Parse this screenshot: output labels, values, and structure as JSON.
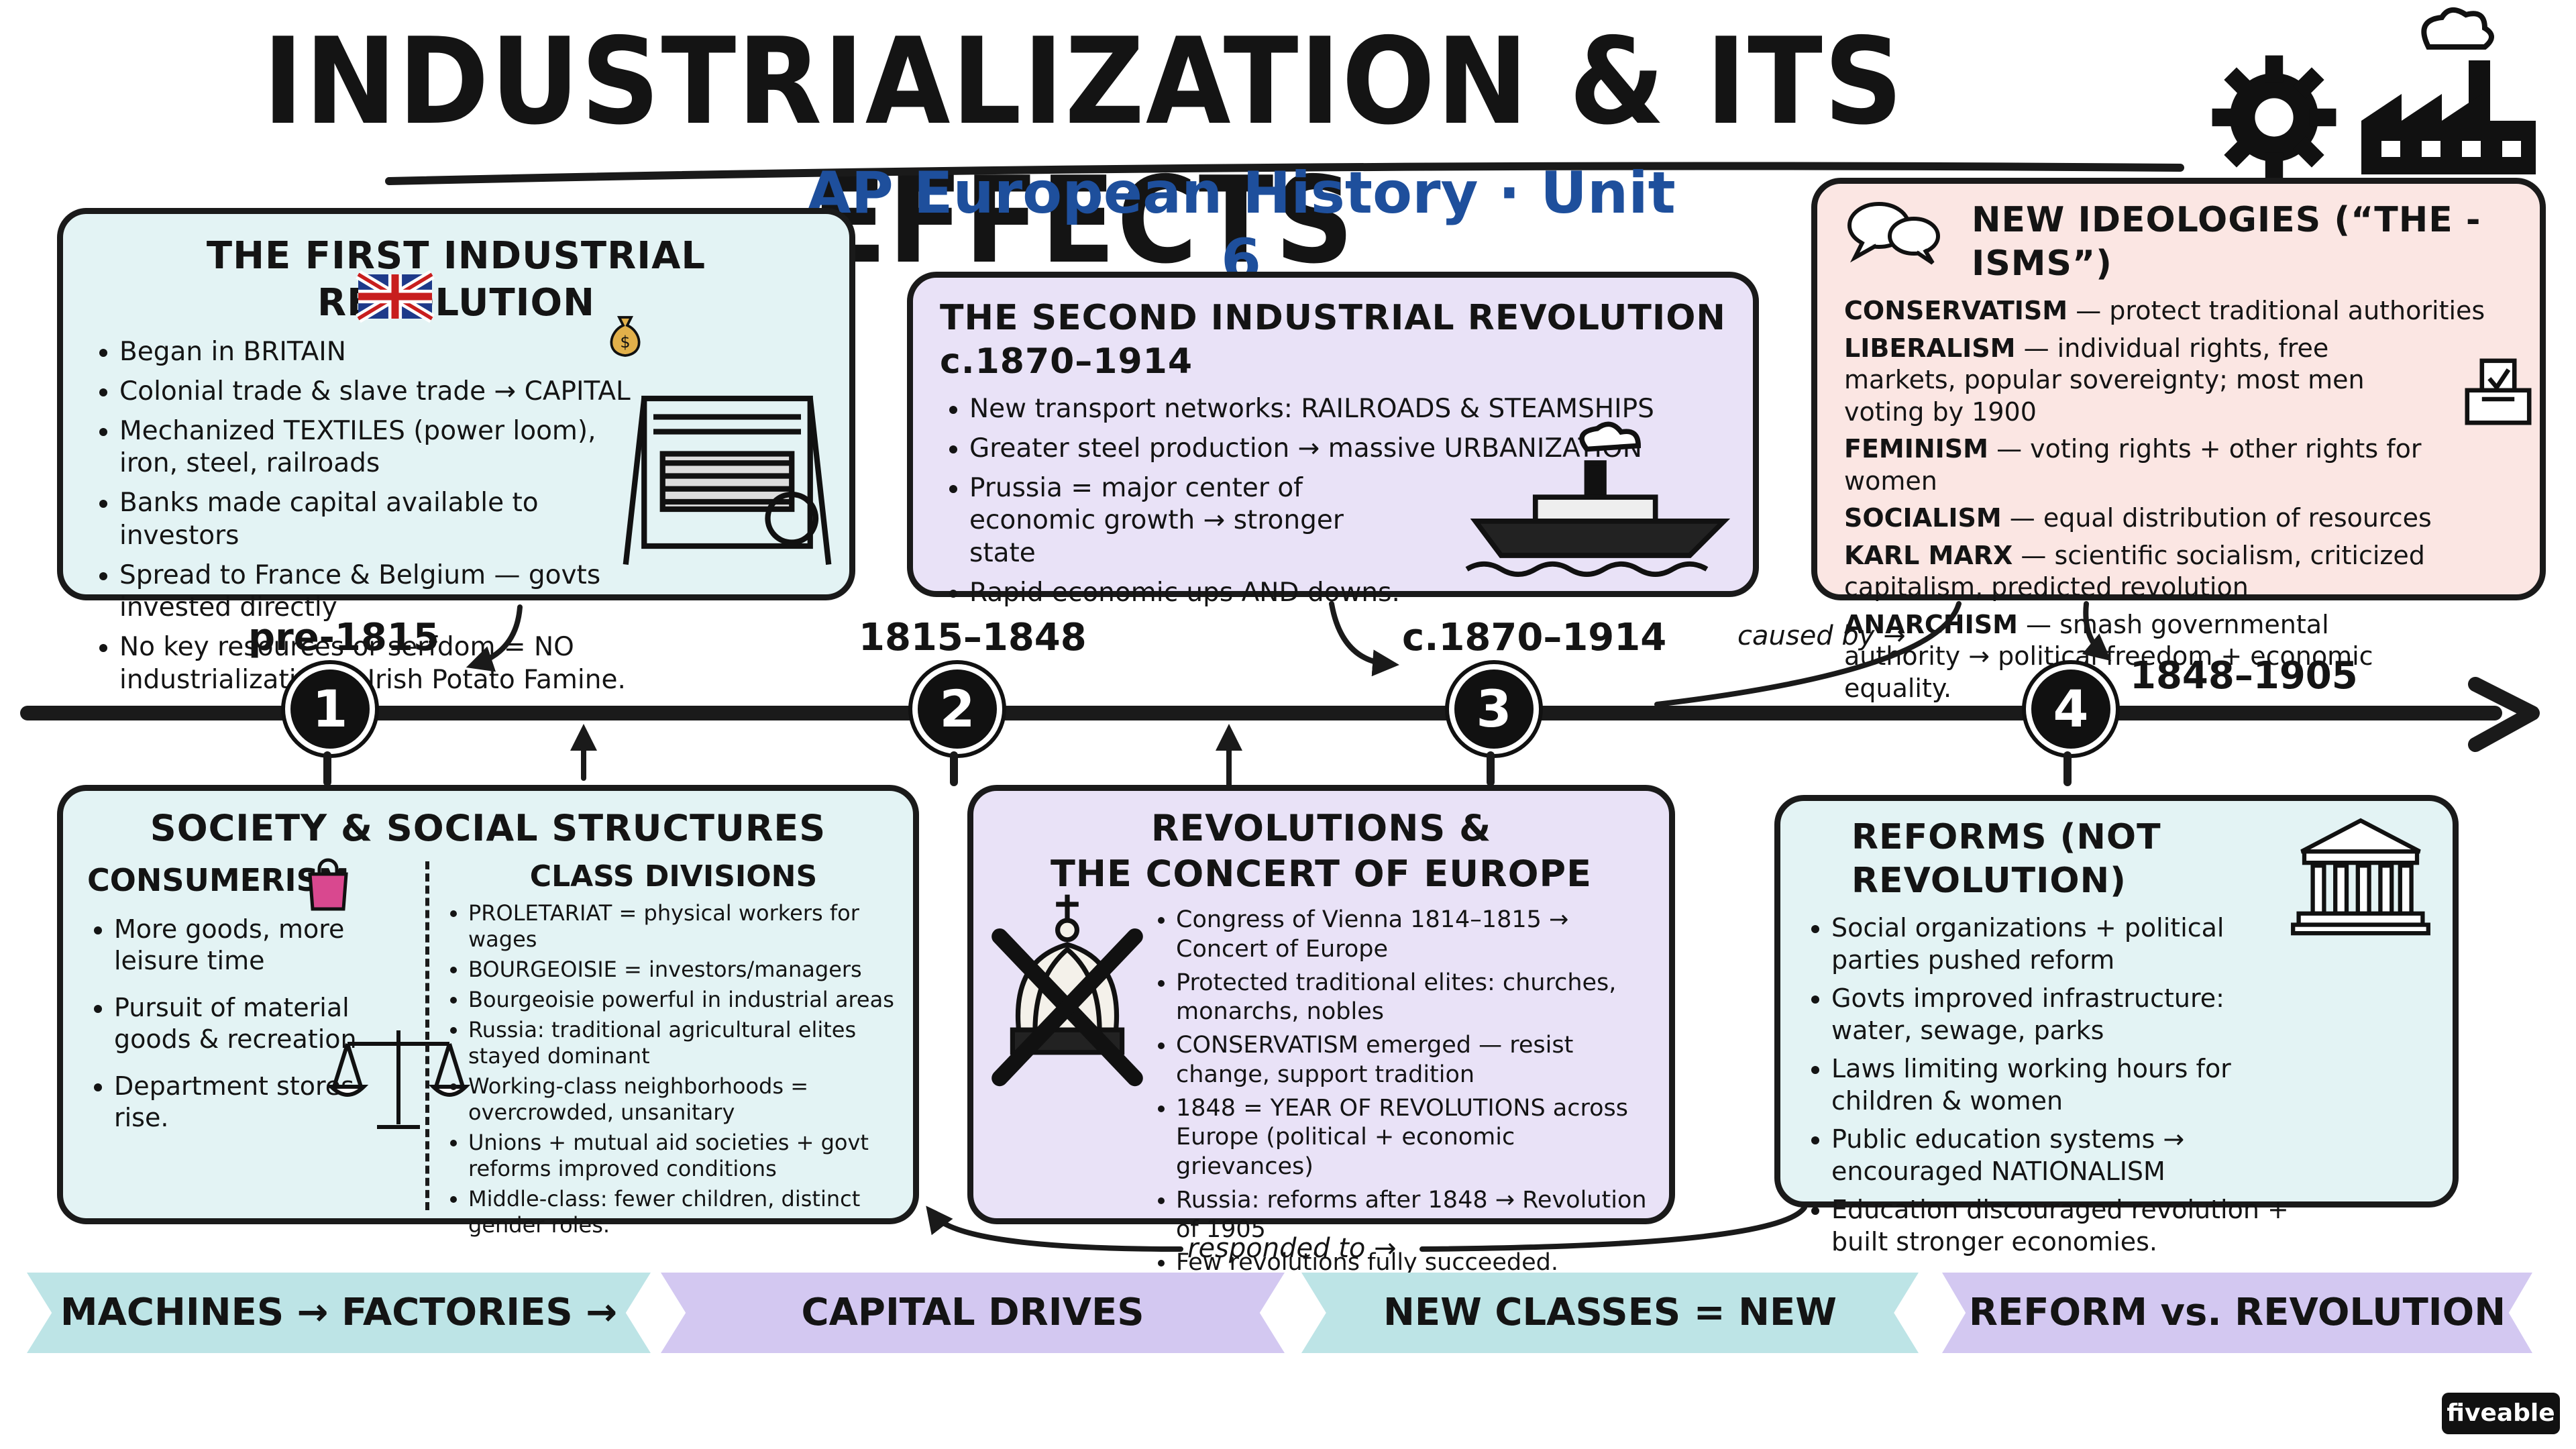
{
  "title": "INDUSTRIALIZATION & ITS EFFECTS",
  "subtitle": "AP European History · Unit 6",
  "timeline": {
    "periods": [
      "pre-1815",
      "1815–1848",
      "c.1870–1914",
      "1848–1905"
    ],
    "nodes": [
      "1",
      "2",
      "3",
      "4"
    ],
    "caused_by": "caused by →",
    "responded_to": "responded to →"
  },
  "first_rev": {
    "title": "THE FIRST INDUSTRIAL REVOLUTION",
    "items": [
      "Began in BRITAIN",
      "Colonial trade & slave trade → CAPITAL",
      "Mechanized TEXTILES (power loom), iron, steel, railroads",
      "Banks made capital available to investors",
      "Spread to France & Belgium — govts invested directly",
      "No key resources or serfdom = NO industrialization → Irish Potato Famine."
    ]
  },
  "second_rev": {
    "title": "THE SECOND INDUSTRIAL REVOLUTION c.1870–1914",
    "items": [
      "New transport networks: RAILROADS & STEAMSHIPS",
      "Greater steel production → massive URBANIZATION",
      "Prussia = major center of economic growth → stronger state",
      "Rapid economic ups AND downs."
    ]
  },
  "ideologies": {
    "title": "NEW IDEOLOGIES (“THE -ISMS”)",
    "items": [
      {
        "term": "CONSERVATISM",
        "desc": " — protect traditional authorities"
      },
      {
        "term": "LIBERALISM",
        "desc": " — individual rights, free markets, popular sovereignty; most men voting by 1900"
      },
      {
        "term": "FEMINISM",
        "desc": " — voting rights + other rights for women"
      },
      {
        "term": "SOCIALISM",
        "desc": " — equal distribution of resources"
      },
      {
        "term": "KARL MARX",
        "desc": " — scientific socialism, criticized capitalism, predicted revolution"
      },
      {
        "term": "ANARCHISM",
        "desc": " — smash governmental authority → political freedom + economic equality."
      }
    ]
  },
  "society": {
    "title": "SOCIETY & SOCIAL STRUCTURES",
    "consumerism_title": "CONSUMERISM",
    "consumerism_items": [
      "More goods, more leisure time",
      "Pursuit of material goods & recreation",
      "Department stores rise."
    ],
    "class_title": "CLASS DIVISIONS",
    "class_items": [
      "PROLETARIAT = physical workers for wages",
      "BOURGEOISIE = investors/managers",
      "Bourgeoisie powerful in industrial areas",
      "Russia: traditional agricultural elites stayed dominant",
      "Working-class neighborhoods = overcrowded, unsanitary",
      "Unions + mutual aid societies + govt reforms improved conditions",
      "Middle-class: fewer children, distinct gender roles."
    ]
  },
  "revolutions": {
    "title_line1": "REVOLUTIONS &",
    "title_line2": "THE CONCERT OF EUROPE",
    "items": [
      "Congress of Vienna 1814–1815 → Concert of Europe",
      "Protected traditional elites: churches, monarchs, nobles",
      "CONSERVATISM emerged — resist change, support tradition",
      "1848 = YEAR OF REVOLUTIONS across Europe (political + economic grievances)",
      "Russia: reforms after 1848 → Revolution of 1905",
      "Few revolutions fully succeeded."
    ]
  },
  "reforms": {
    "title": "REFORMS (NOT REVOLUTION)",
    "items": [
      "Social organizations + political parties pushed reform",
      "Govts improved infrastructure: water, sewage, parks",
      "Laws limiting working hours for children & women",
      "Public education systems → encouraged NATIONALISM",
      "Education discouraged revolution + built stronger economies."
    ]
  },
  "banners": [
    "MACHINES → FACTORIES → CITIES",
    "CAPITAL DRIVES INDUSTRIALIZATION",
    "NEW CLASSES = NEW CONFLICTS",
    "REFORM vs. REVOLUTION"
  ],
  "brand": "fiveable",
  "colors": {
    "blue_card": "#e3f3f4",
    "purple_card": "#e9e2f7",
    "pink_card": "#fbe6e3",
    "subtitle_blue": "#1e4f9c"
  },
  "icons": [
    "uk-flag-icon",
    "money-bag-icon",
    "power-loom-icon",
    "steamship-icon",
    "speech-bubbles-icon",
    "ballot-box-icon",
    "gear-icon",
    "factory-icon",
    "shopping-bag-icon",
    "scales-icon",
    "crossed-crown-icon",
    "government-building-icon"
  ]
}
